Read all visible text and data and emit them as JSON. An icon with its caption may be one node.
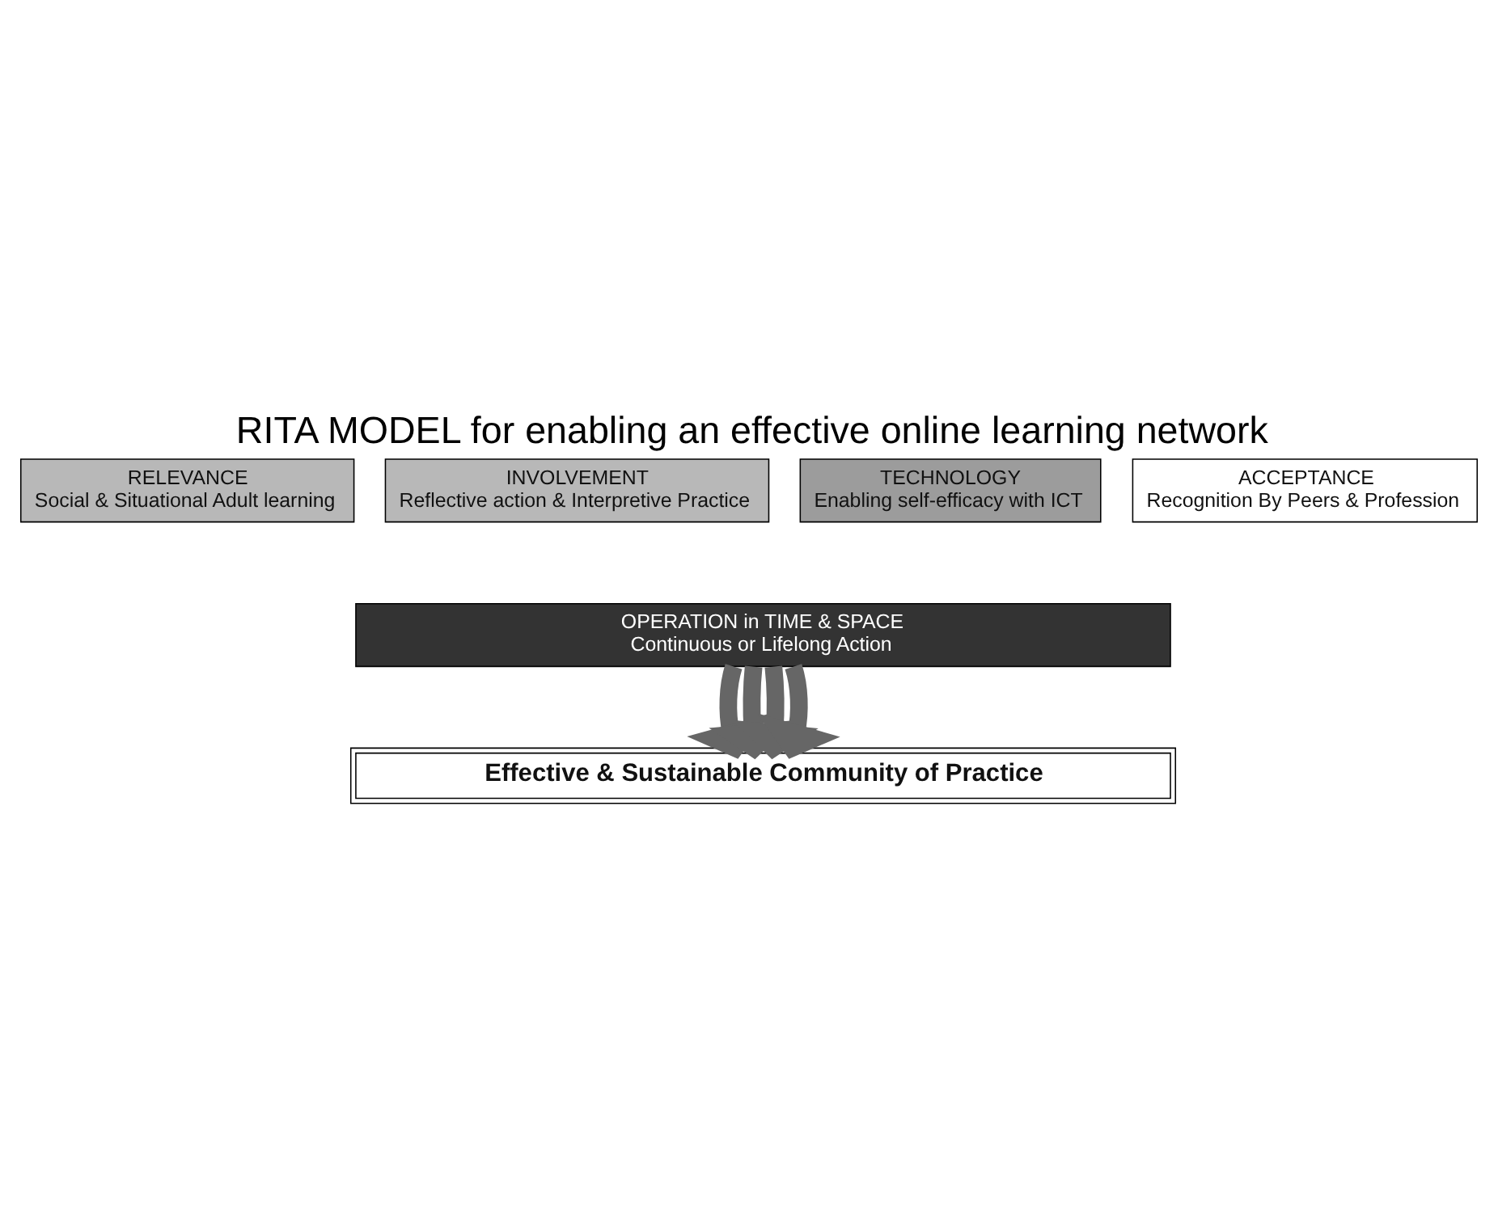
{
  "diagram": {
    "title": "RITA MODEL for enabling an effective online learning network",
    "nodes": [
      {
        "text": [
          "RELEVANCE",
          "Social & Situational Adult learning"
        ]
      },
      {
        "text": [
          "INVOLVEMENT",
          "Reflective action & Interpretive Practice"
        ]
      },
      {
        "text": [
          "TECHNOLOGY",
          "Enabling self-efficacy with ICT"
        ]
      },
      {
        "text": [
          "ACCEPTANCE",
          "Recognition By Peers & Profession"
        ]
      },
      {
        "text": [
          "OPERATION in TIME & SPACE",
          "Continuous or Lifelong Action"
        ]
      },
      {
        "text": [
          "Effective & Sustainable Community of Practice"
        ]
      }
    ],
    "edges": [
      {
        "from": 4,
        "to": 5,
        "arrow": "to"
      },
      {
        "from": 4,
        "to": 5,
        "arrow": "to"
      },
      {
        "from": 4,
        "to": 5,
        "arrow": "to"
      },
      {
        "from": 4,
        "to": 5,
        "arrow": "to"
      }
    ]
  }
}
